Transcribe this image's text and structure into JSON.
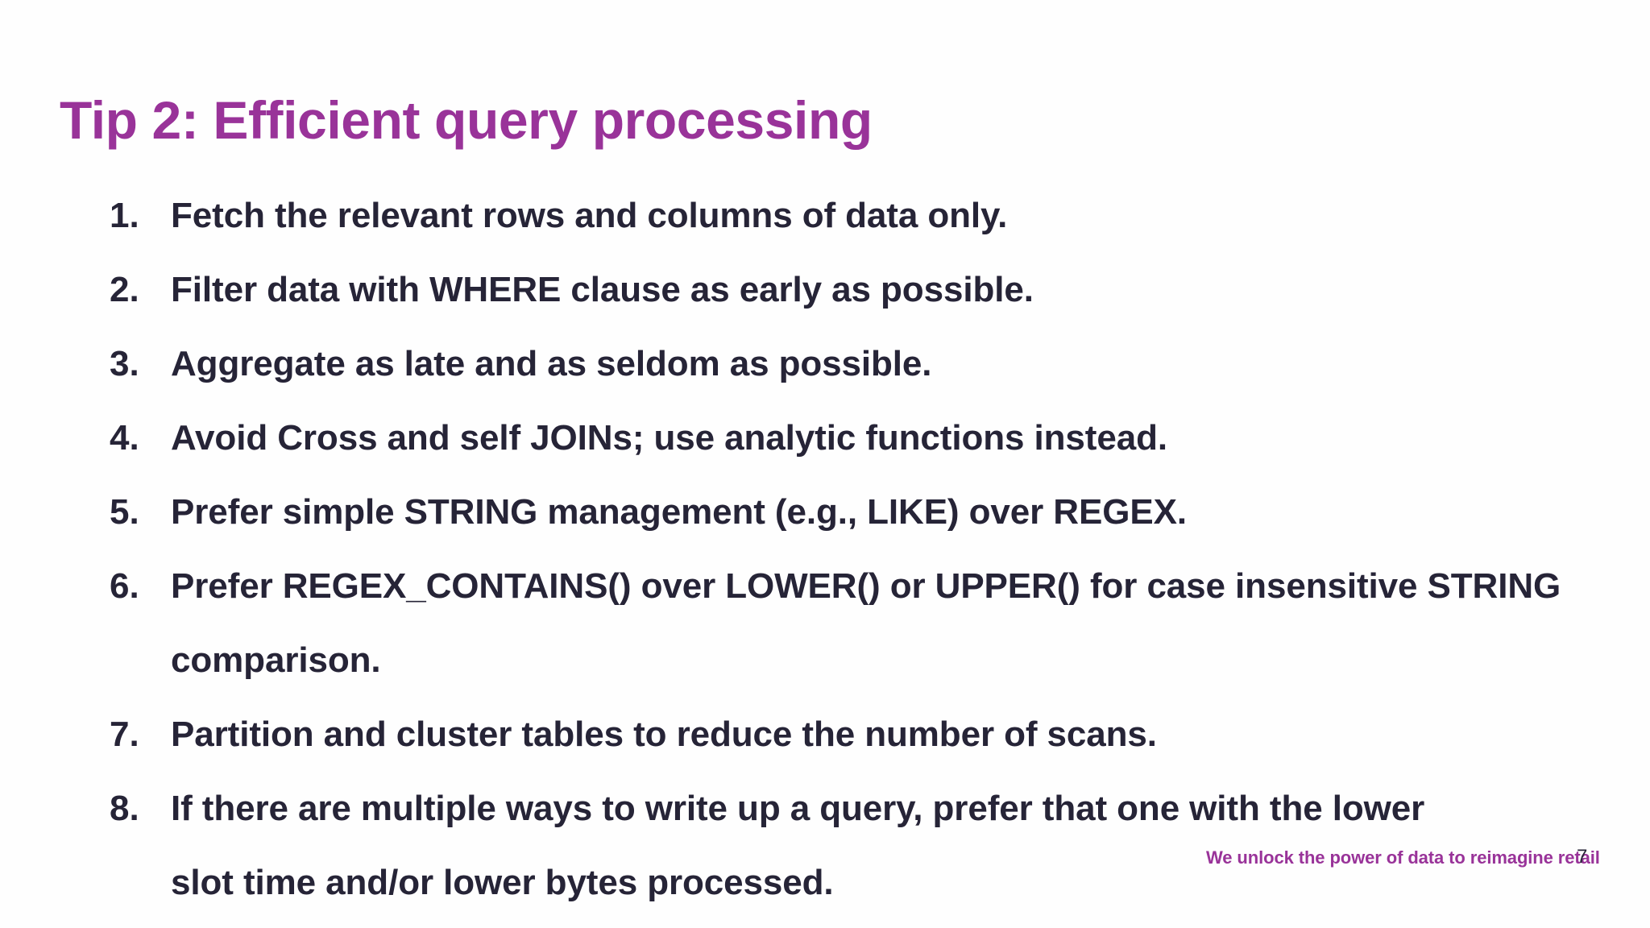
{
  "slide": {
    "title": "Tip 2: Efficient query processing",
    "background_color": "#fefefe",
    "accent_color": "#993399",
    "text_color": "#262437"
  },
  "tips": [
    {
      "number": "1.",
      "text": "Fetch the relevant rows and columns of data only."
    },
    {
      "number": "2.",
      "text": "Filter data with WHERE clause as early as possible."
    },
    {
      "number": "3.",
      "text": "Aggregate as late and as seldom as possible."
    },
    {
      "number": "4.",
      "text": "Avoid Cross and self JOINs; use analytic functions instead."
    },
    {
      "number": "5.",
      "text": "Prefer simple STRING management (e.g., LIKE) over REGEX."
    },
    {
      "number": "6.",
      "text": "Prefer REGEX_CONTAINS() over LOWER() or UPPER() for case insensitive STRING comparison."
    },
    {
      "number": "7.",
      "text": "Partition and cluster tables to reduce the number of scans."
    },
    {
      "number": "8.",
      "text": "If there are multiple ways to write up a query, prefer that one with the lower slot time and/or lower bytes processed."
    }
  ],
  "footer": {
    "tagline": "We unlock the power of data to reimagine retail",
    "page_number": "7"
  }
}
